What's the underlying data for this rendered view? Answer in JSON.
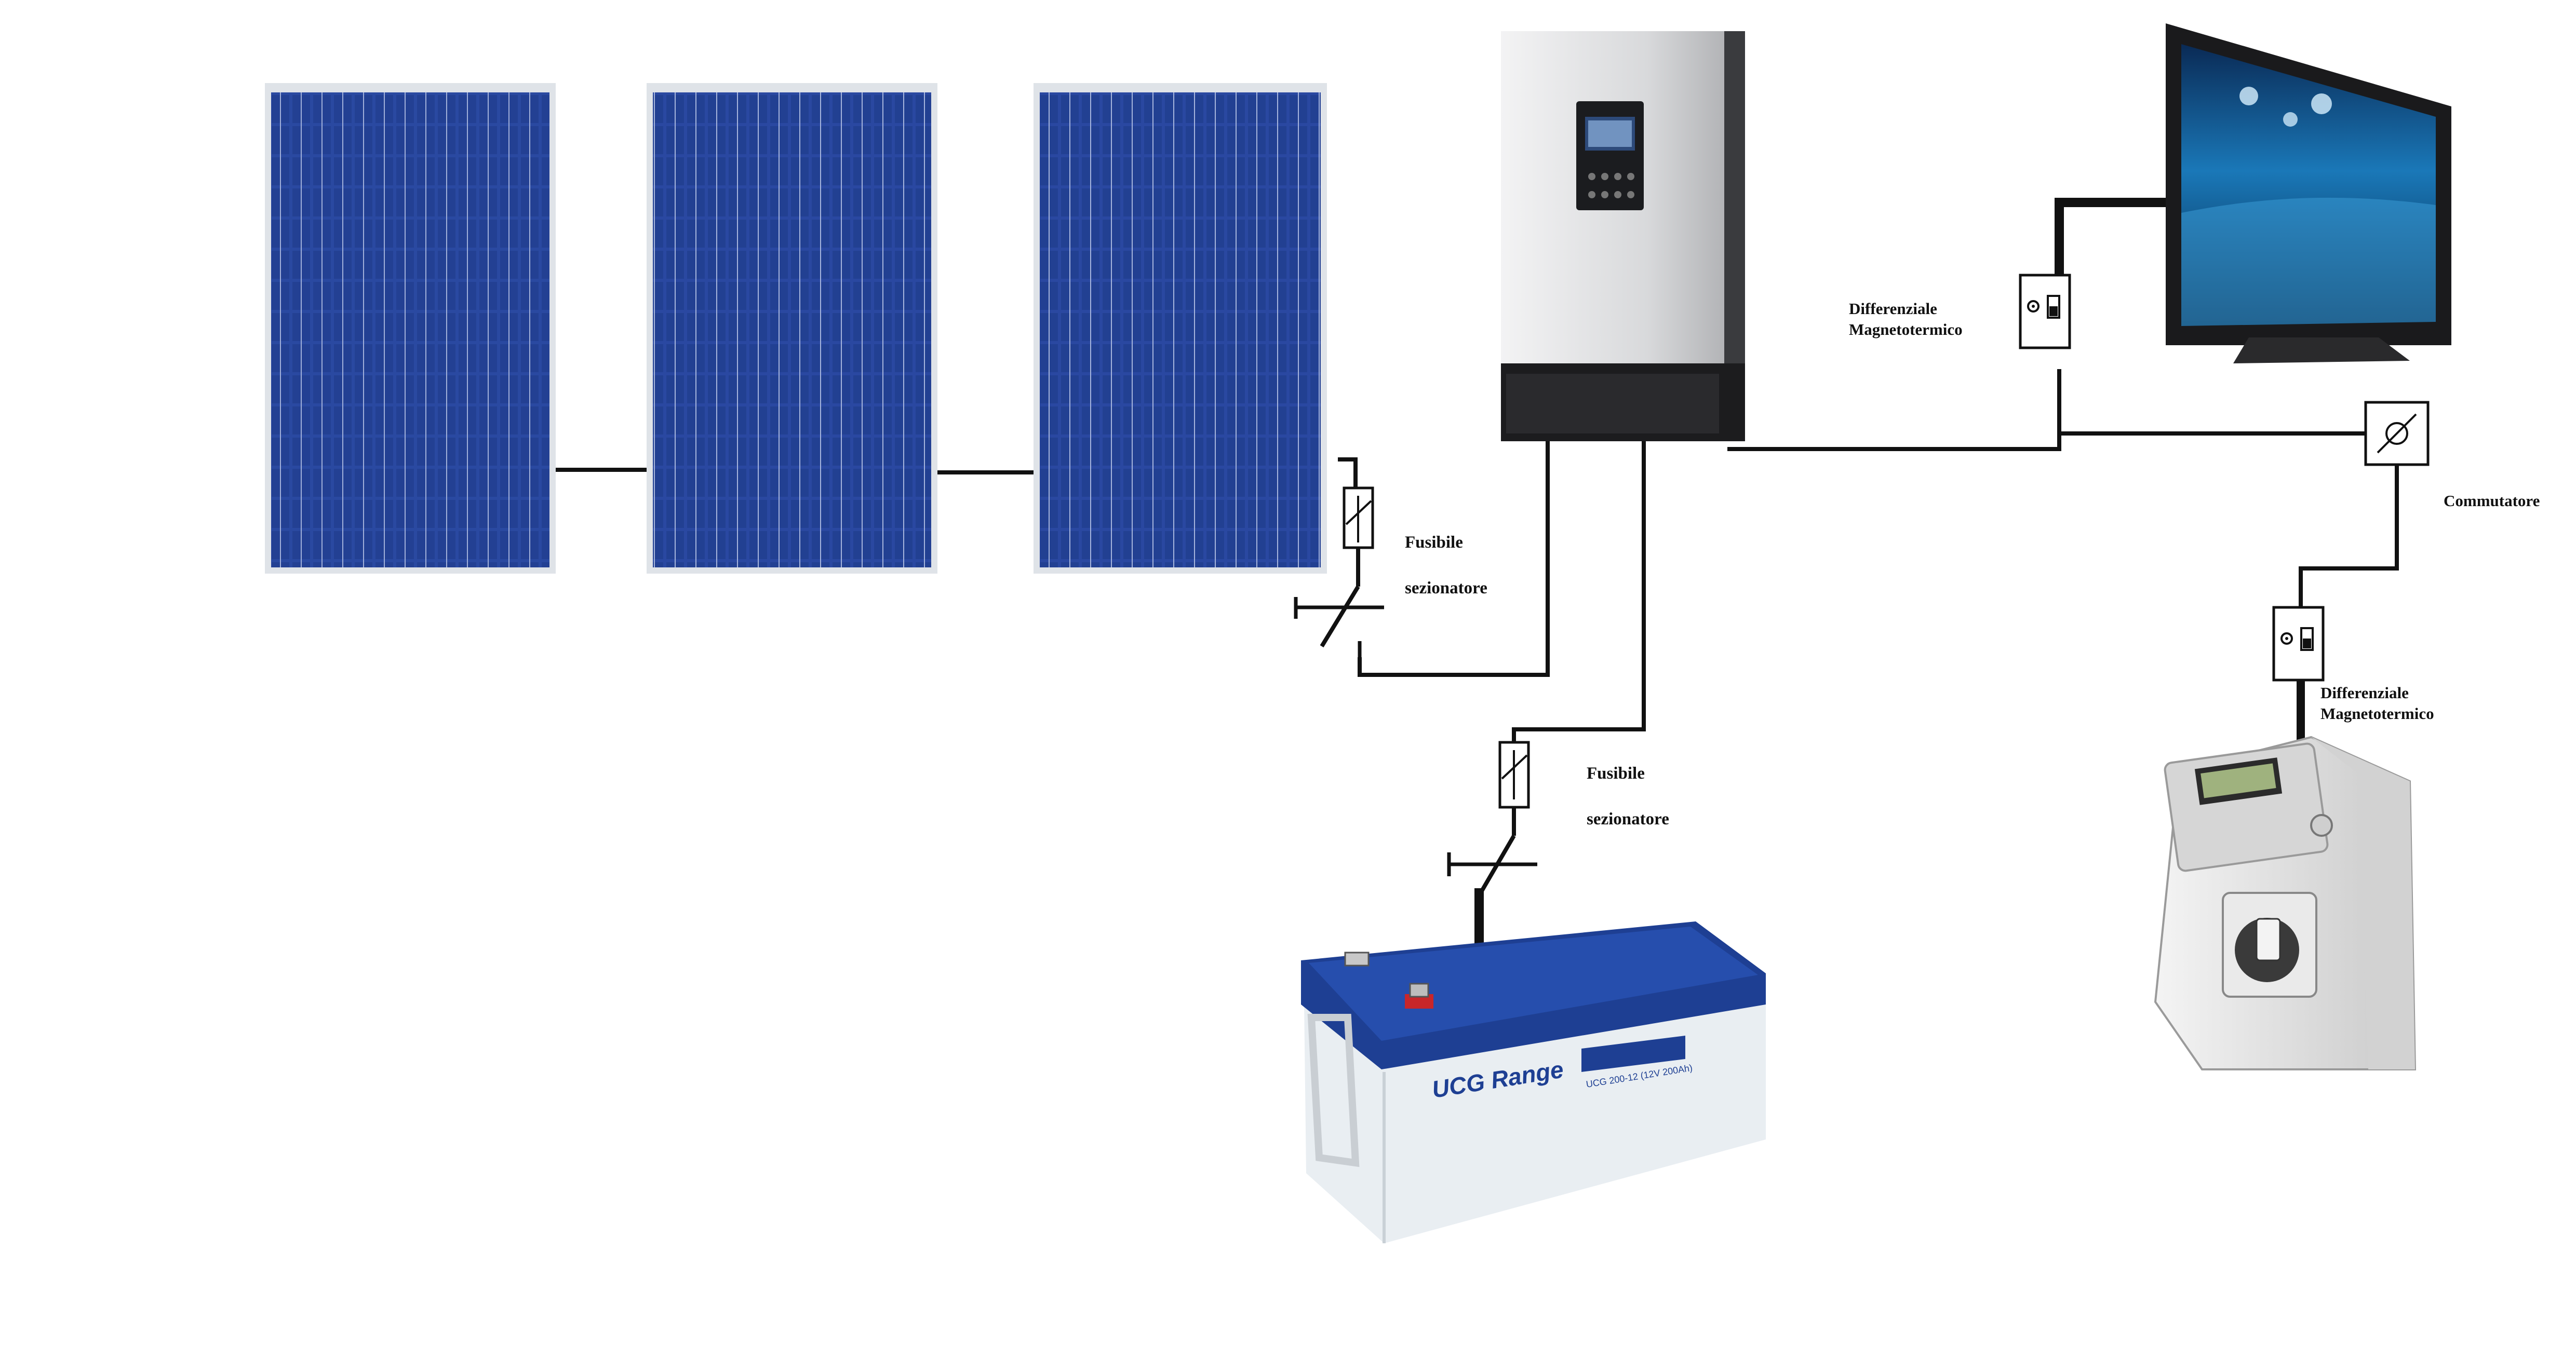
{
  "labels": {
    "pv_fuse": [
      "Fusibile",
      "sezionatore"
    ],
    "battery_fuse": [
      "Fusibile",
      "sezionatore"
    ],
    "tv_breaker": [
      "Differenziale",
      "Magnetotermico"
    ],
    "meter_breaker": [
      "Differenziale",
      "Magnetotermico"
    ],
    "switch": "Commutatore"
  },
  "battery": {
    "brand": "UCG Range",
    "model": "UCG 200-12 (12V 200Ah)"
  },
  "colors": {
    "panel_cell": "#1f3e8f",
    "panel_frame": "#d8dce2",
    "wire": "#111111",
    "battery_lid": "#1e3f93",
    "battery_body": "#e9eef2",
    "inverter_body": "#d9dadc",
    "tv_screen": "#1a78b8"
  },
  "icons": [
    "solar-panel-icon",
    "inverter-icon",
    "fuse-disconnector-icon",
    "breaker-icon",
    "changeover-switch-icon",
    "battery-icon",
    "tv-icon",
    "energy-meter-icon"
  ]
}
